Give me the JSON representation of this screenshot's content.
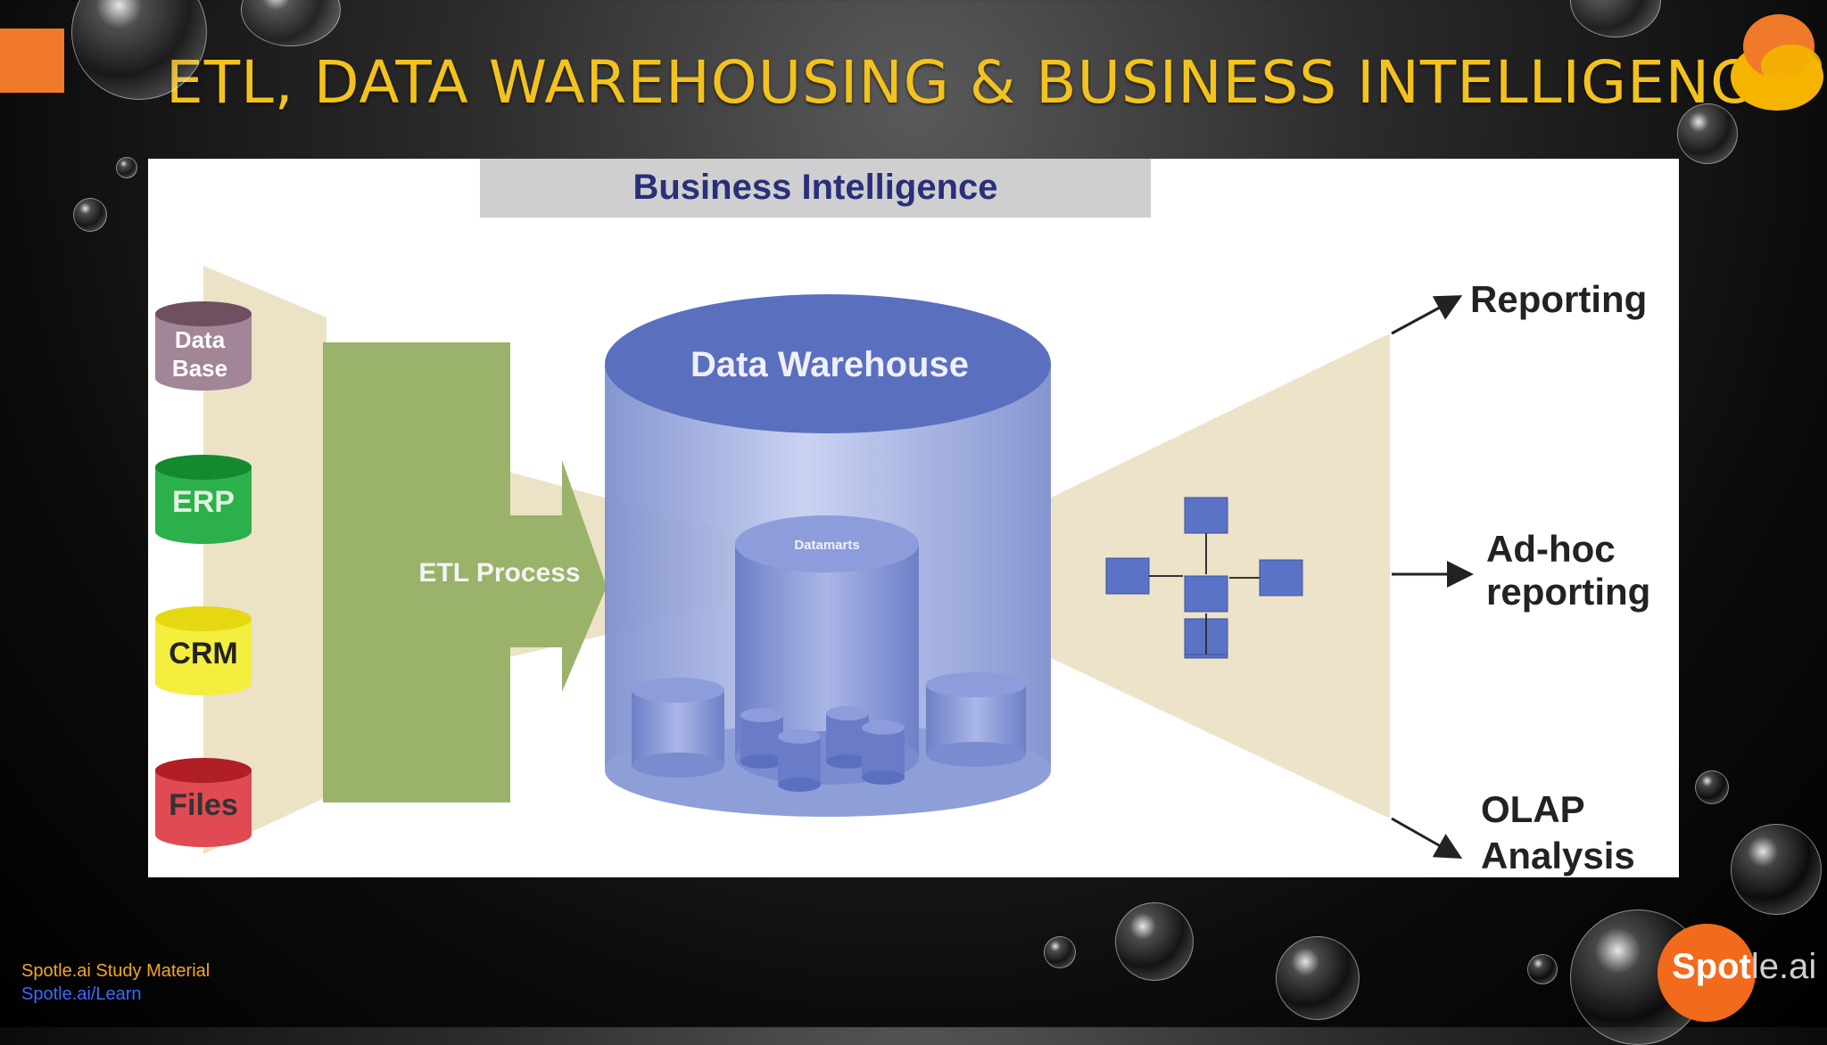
{
  "slide": {
    "title": "ETL, DATA WAREHOUSING & BUSINESS INTELLIGENCE"
  },
  "diagram": {
    "header": "Business Intelligence",
    "sources": [
      {
        "label_lines": [
          "Data",
          "Base"
        ],
        "color": "#8a6b7c"
      },
      {
        "label_lines": [
          "ERP"
        ],
        "color": "#1e9a3a"
      },
      {
        "label_lines": [
          "CRM"
        ],
        "color": "#f2ea1a"
      },
      {
        "label_lines": [
          "Files"
        ],
        "color": "#d8303a"
      }
    ],
    "etl_label": "ETL Process",
    "warehouse_label": "Data Warehouse",
    "datamarts_label": "Datamarts",
    "outputs": [
      {
        "lines": [
          "Reporting"
        ]
      },
      {
        "lines": [
          "Ad-hoc",
          "reporting"
        ]
      },
      {
        "lines": [
          "OLAP",
          "Analysis"
        ]
      }
    ],
    "colors": {
      "funnel": "#ece2c6",
      "etl": "#9bb26a",
      "warehouse": "#8e9fd8",
      "warehouse_top": "#5b6fbf",
      "header_bg": "#cfcfcf",
      "header_text": "#2a2f7a",
      "node": "#5b73c6"
    }
  },
  "footer": {
    "line1": "Spotle.ai Study Material",
    "line2": "Spotle.ai/Learn"
  },
  "brand": {
    "name_bold": "Spot",
    "name_light": "le.ai"
  }
}
